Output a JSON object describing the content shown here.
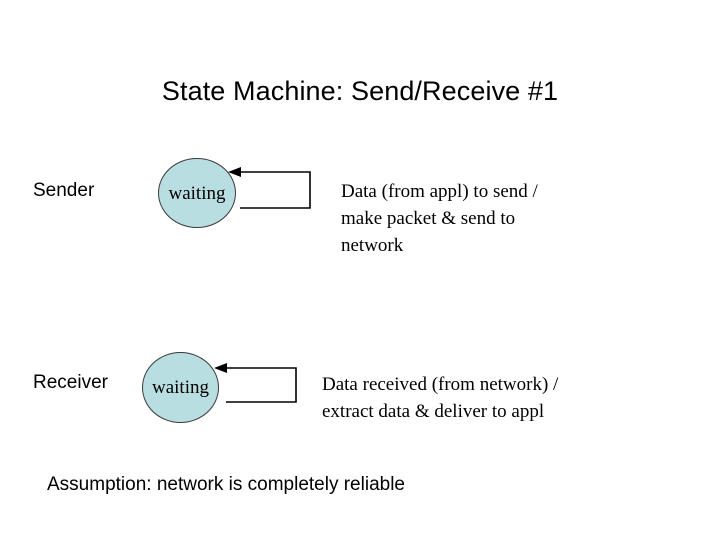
{
  "slide": {
    "title": "State Machine: Send/Receive #1",
    "assumption": "Assumption:  network is completely reliable",
    "colors": {
      "state_fill": "#b9dee2",
      "state_stroke": "#3a3a3a",
      "arrow": "#000000",
      "text": "#000000",
      "background": "#ffffff"
    }
  },
  "machines": [
    {
      "role": "Sender",
      "state": "waiting",
      "transition_lines": [
        "Data (from appl) to send /",
        "make packet & send to",
        "network"
      ]
    },
    {
      "role": "Receiver",
      "state": "waiting",
      "transition_lines": [
        "Data received (from network)  /",
        "extract data & deliver to appl"
      ]
    }
  ]
}
